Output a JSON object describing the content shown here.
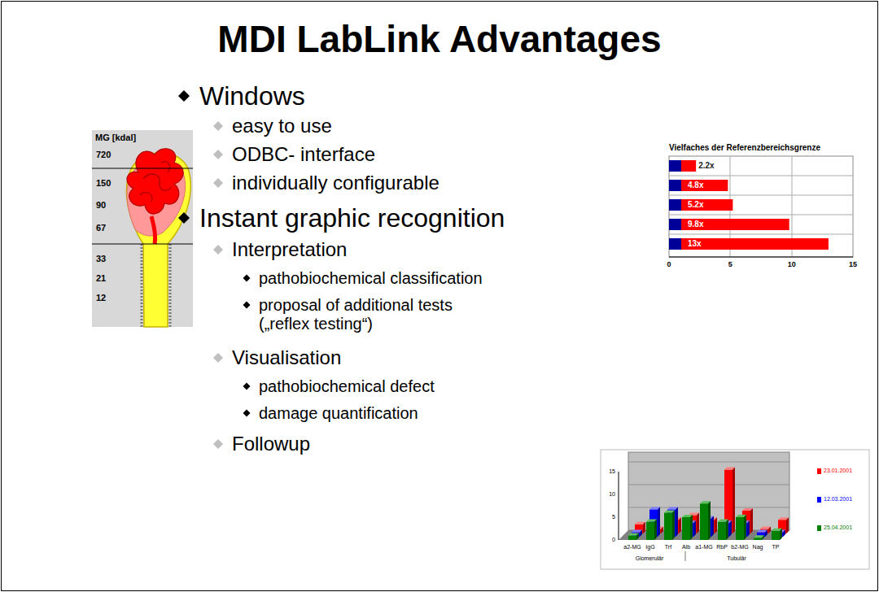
{
  "diagram": {
    "title": "MDI LabLink Advantages",
    "labels": [
      "Windows",
      "easy to use",
      "ODBC- interface",
      "individually configurable",
      "Instant graphic recognition",
      "Interpretation",
      "pathobiochemical classification",
      "proposal of additional tests („reflex testing“)",
      "Visualisation",
      "pathobiochemical defect",
      "damage quantification",
      "Followup",
      "MG [kdal]",
      "720",
      "150",
      "90",
      "67",
      "33",
      "21",
      "12",
      "Vielfaches der Referenzbereichsgrenze",
      "2.2x",
      "4.8x",
      "5.2x",
      "9.8x",
      "13x",
      "0",
      "5",
      "10",
      "15",
      "15",
      "10",
      "5",
      "0",
      "a2-MG",
      "IgG",
      "Trf",
      "Alb",
      "a1-MG",
      "RbP",
      "b2-MG",
      "Nag",
      "TP",
      "Glomerulär",
      "Tubulär"
    ],
    "legend": [
      {
        "text": "23.01.2001",
        "color": "#ff0000"
      },
      {
        "text": "12.03.2001",
        "color": "#0000ff"
      },
      {
        "text": "25.04.2001",
        "color": "#008000"
      }
    ]
  }
}
